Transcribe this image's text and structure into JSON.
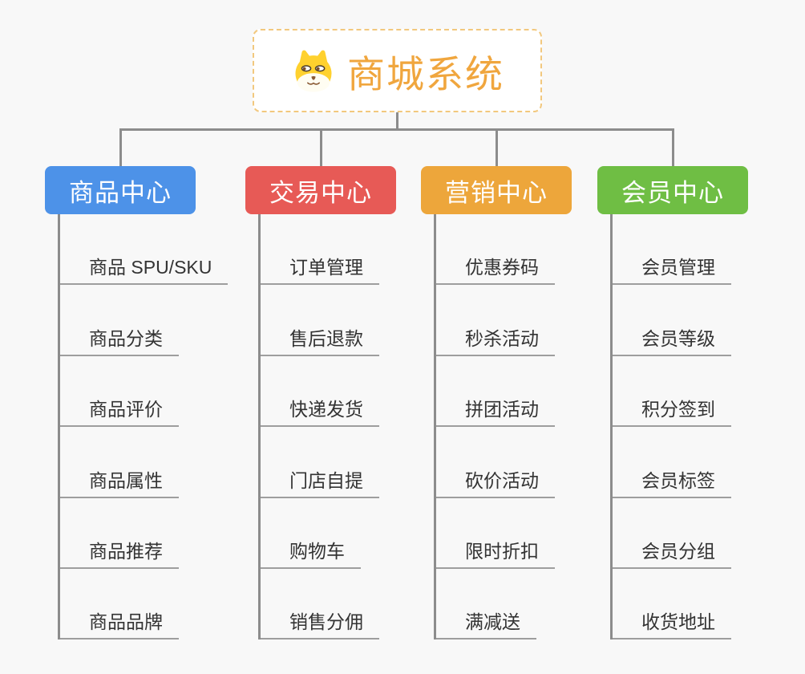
{
  "root": {
    "title": "商城系统",
    "icon": "doge-icon"
  },
  "colors": {
    "background": "#F8F8F8",
    "connector": "#8C8C8C",
    "underline": "#9E9E9E",
    "leaf_text": "#333333",
    "root_text": "#F0A63E",
    "root_border": "#F2C87E",
    "branch_text": "#FFFFFF"
  },
  "branches": [
    {
      "label": "商品中心",
      "color": "#4D92E8",
      "children": [
        "商品 SPU/SKU",
        "商品分类",
        "商品评价",
        "商品属性",
        "商品推荐",
        "商品品牌"
      ]
    },
    {
      "label": "交易中心",
      "color": "#E75A56",
      "children": [
        "订单管理",
        "售后退款",
        "快递发货",
        "门店自提",
        "购物车",
        "销售分佣"
      ]
    },
    {
      "label": "营销中心",
      "color": "#EDA63B",
      "children": [
        "优惠券码",
        "秒杀活动",
        "拼团活动",
        "砍价活动",
        "限时折扣",
        "满减送"
      ]
    },
    {
      "label": "会员中心",
      "color": "#6FBE44",
      "children": [
        "会员管理",
        "会员等级",
        "积分签到",
        "会员标签",
        "会员分组",
        "收货地址"
      ]
    }
  ]
}
